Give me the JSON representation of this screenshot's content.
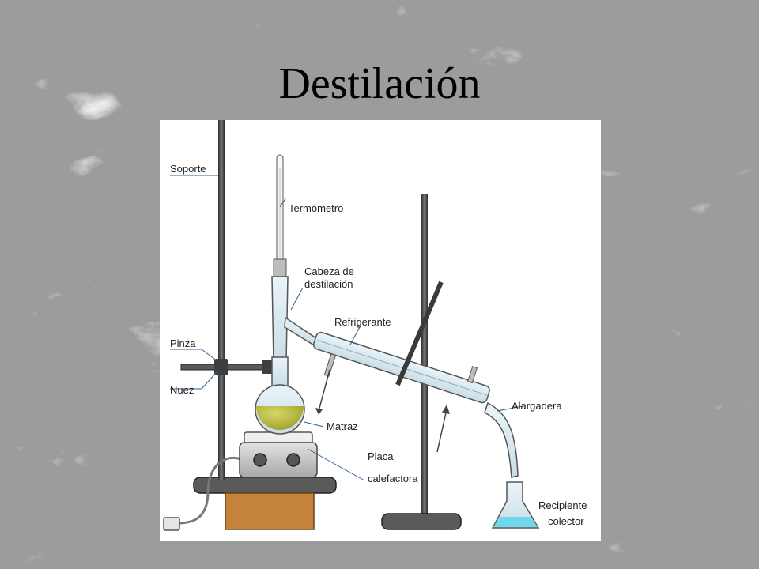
{
  "slide": {
    "title": "Destilación"
  },
  "diagram": {
    "labels": {
      "soporte": "Soporte",
      "termometro": "Termómetro",
      "cabeza_1": "Cabeza de",
      "cabeza_2": "destilación",
      "refrigerante": "Refrigerante",
      "pinza": "Pinza",
      "nuez": "Nuez",
      "matraz": "Matraz",
      "placa_1": "Placa",
      "placa_2": "calefactora",
      "alargadera": "Alargadera",
      "recipiente_1": "Recipiente",
      "recipiente_2": "colector"
    },
    "colors": {
      "label_line": "#2f5f8f",
      "liquid_flask": "#b8b83c",
      "liquid_receiver": "#6fd8ee",
      "stand_rod": "#4a4a4a",
      "wood_block": "#c4823a",
      "hot_plate": "#c9c9c9"
    }
  }
}
